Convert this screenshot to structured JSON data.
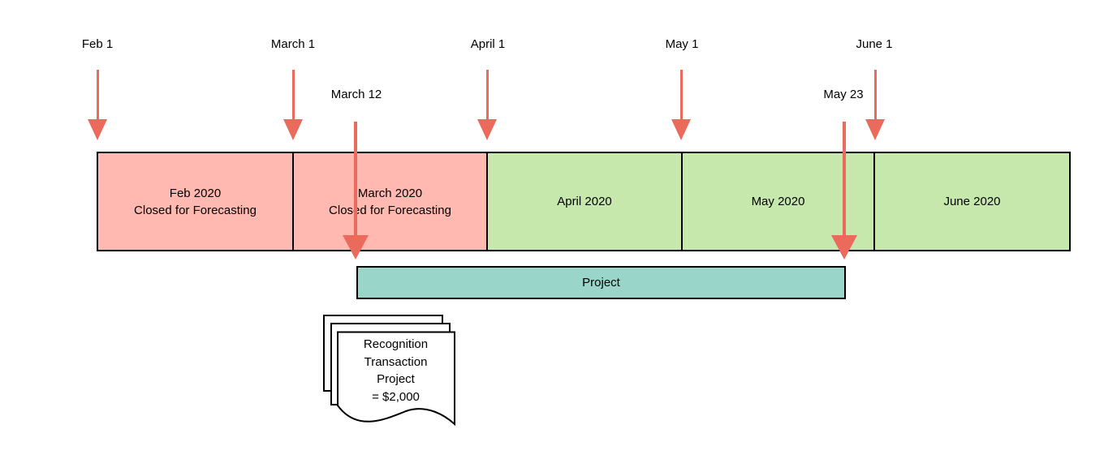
{
  "colors": {
    "closed_month_fill": "#ffb9b0",
    "open_month_fill": "#c6e8ad",
    "project_bar_fill": "#9ad5ca",
    "arrow": "#ea6a5c",
    "outline": "#000000",
    "background": "#ffffff",
    "text": "#000000"
  },
  "date_markers": [
    {
      "label": "Feb 1"
    },
    {
      "label": "March 1"
    },
    {
      "label": "April 1"
    },
    {
      "label": "May 1"
    },
    {
      "label": "June 1"
    }
  ],
  "event_markers": [
    {
      "label": "March 12"
    },
    {
      "label": "May 23"
    }
  ],
  "months": [
    {
      "title": "Feb 2020",
      "subtitle": "Closed for Forecasting"
    },
    {
      "title": "March 2020",
      "subtitle": "Closed for Forecasting"
    },
    {
      "title": "April 2020"
    },
    {
      "title": "May 2020"
    },
    {
      "title": "June 2020"
    }
  ],
  "project_bar": {
    "label": "Project"
  },
  "document_note": {
    "lines": [
      "Recognition",
      "Transaction",
      "Project",
      "= $2,000"
    ]
  }
}
